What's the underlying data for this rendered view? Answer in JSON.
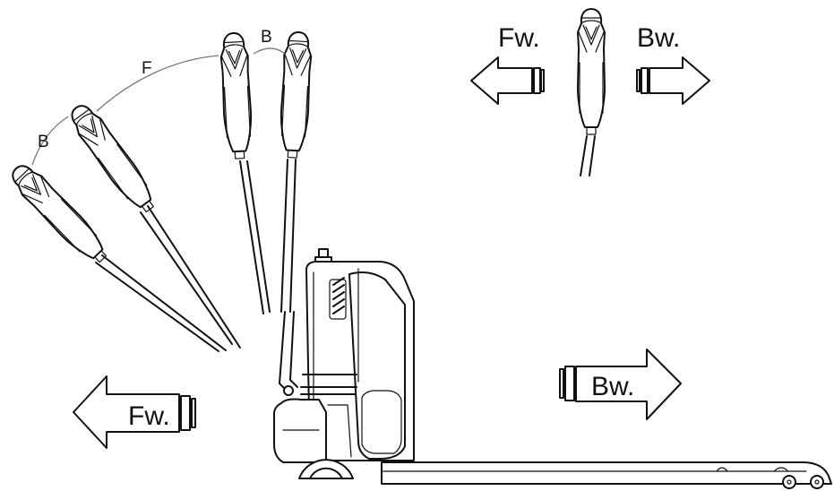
{
  "labels": {
    "arc_b_top": "B",
    "arc_f": "F",
    "arc_b_left": "B",
    "top_forward": "Fw.",
    "top_backward": "Bw.",
    "bottom_forward": "Fw.",
    "bottom_backward": "Bw."
  }
}
